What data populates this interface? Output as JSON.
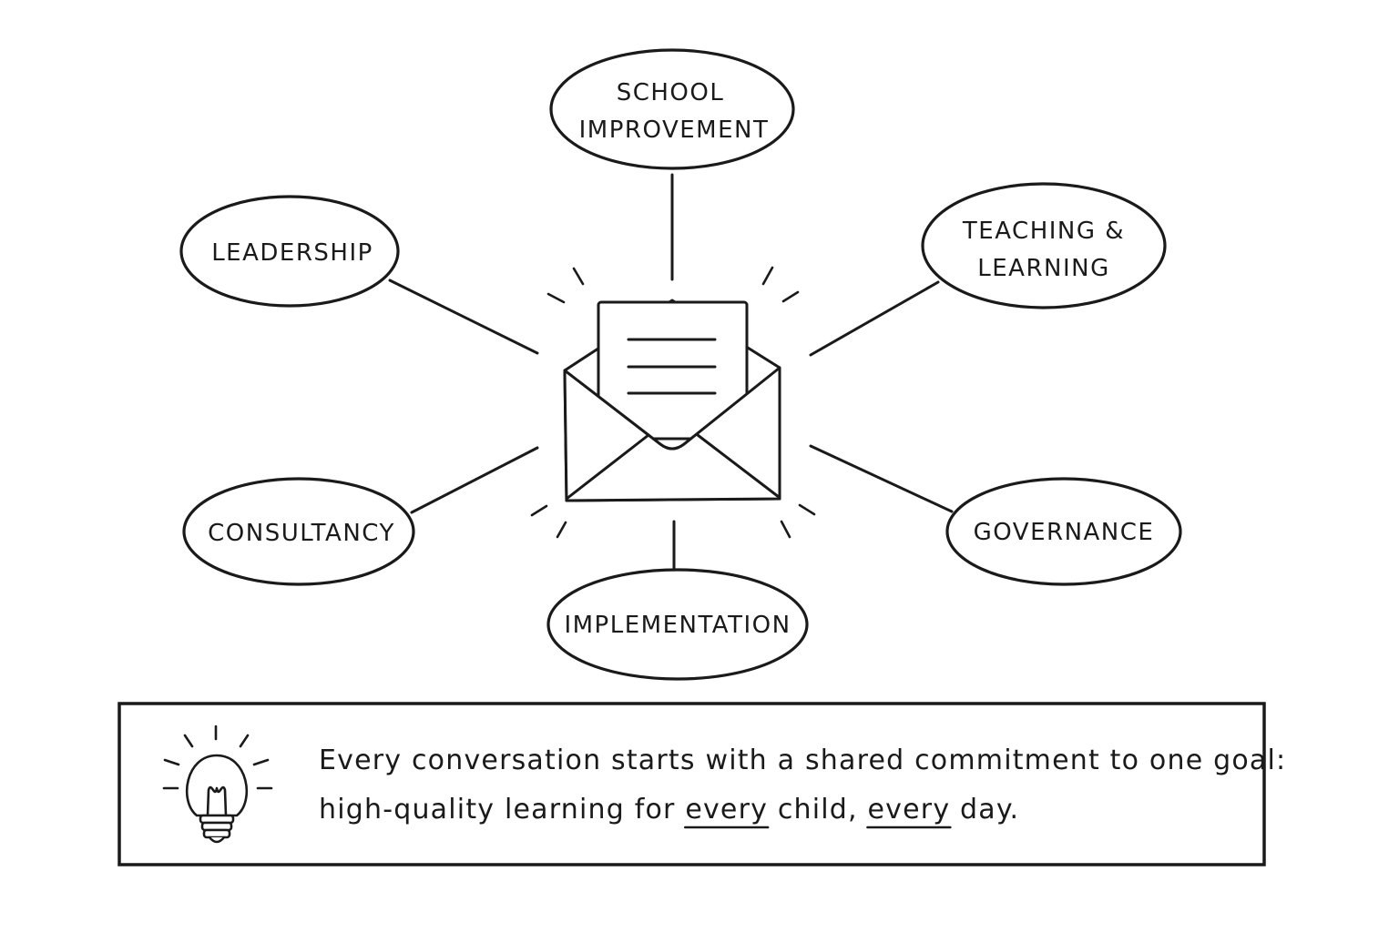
{
  "hub": {
    "icon": "envelope-icon"
  },
  "nodes": {
    "school_improvement": {
      "line1": "SCHOOL",
      "line2": "IMPROVEMENT"
    },
    "leadership": {
      "label": "LEADERSHIP"
    },
    "teaching_learning": {
      "line1": "TEACHING &",
      "line2": "LEARNING"
    },
    "consultancy": {
      "label": "CONSULTANCY"
    },
    "governance": {
      "label": "GOVERNANCE"
    },
    "implementation": {
      "label": "IMPLEMENTATION"
    }
  },
  "callout": {
    "icon": "lightbulb-icon",
    "line1": "Every conversation starts with a shared commitment to one goal:",
    "line2_part1": "high-quality learning for ",
    "line2_every1": "every",
    "line2_part2": " child, ",
    "line2_every2": "every",
    "line2_part3": " day."
  }
}
